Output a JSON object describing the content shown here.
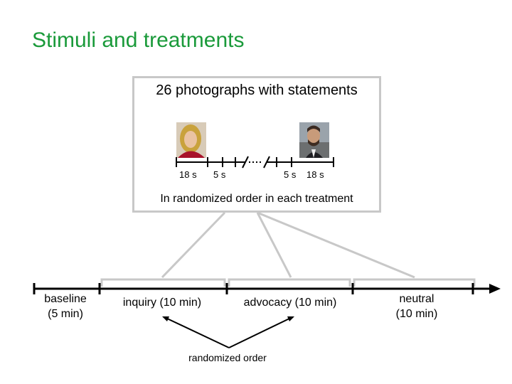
{
  "title": "Stimuli and treatments",
  "stimuli": {
    "heading": "26 photographs with statements",
    "note": "In randomized order in each treatment",
    "time_labels": [
      "18 s",
      "5 s",
      "5 s",
      "18 s"
    ],
    "photos": [
      "woman-portrait-photo",
      "man-portrait-photo"
    ]
  },
  "phases": [
    {
      "label": "baseline",
      "sub": "(5 min)"
    },
    {
      "label": "inquiry (10 min)"
    },
    {
      "label": "advocacy (10 min)"
    },
    {
      "label": "neutral",
      "sub": "(10 min)"
    }
  ],
  "randomized_label": "randomized order",
  "colors": {
    "title": "#1a9a3a",
    "box_border": "#c8c8c8",
    "connector": "#c8c8c8"
  }
}
